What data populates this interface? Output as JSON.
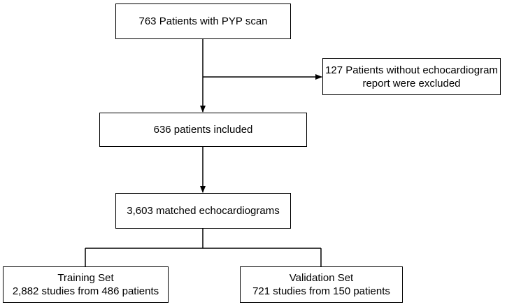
{
  "diagram": {
    "nodes": {
      "pyp_scan": {
        "lines": [
          "763 Patients with PYP scan"
        ]
      },
      "excluded": {
        "lines": [
          "127 Patients without echocardiogram",
          "report were excluded"
        ]
      },
      "included": {
        "lines": [
          "636 patients included"
        ]
      },
      "matched": {
        "lines": [
          "3,603 matched echocardiograms"
        ]
      },
      "training": {
        "lines": [
          "Training Set",
          "2,882 studies from 486 patients"
        ]
      },
      "validation": {
        "lines": [
          "Validation Set",
          "721 studies from 150 patients"
        ]
      }
    },
    "edges": [
      {
        "from": "pyp_scan",
        "to": "included",
        "type": "arrow"
      },
      {
        "from": "pyp_scan",
        "to": "excluded",
        "type": "branch-arrow"
      },
      {
        "from": "included",
        "to": "matched",
        "type": "arrow"
      },
      {
        "from": "matched",
        "to": "training",
        "type": "split-line"
      },
      {
        "from": "matched",
        "to": "validation",
        "type": "split-line"
      }
    ]
  }
}
